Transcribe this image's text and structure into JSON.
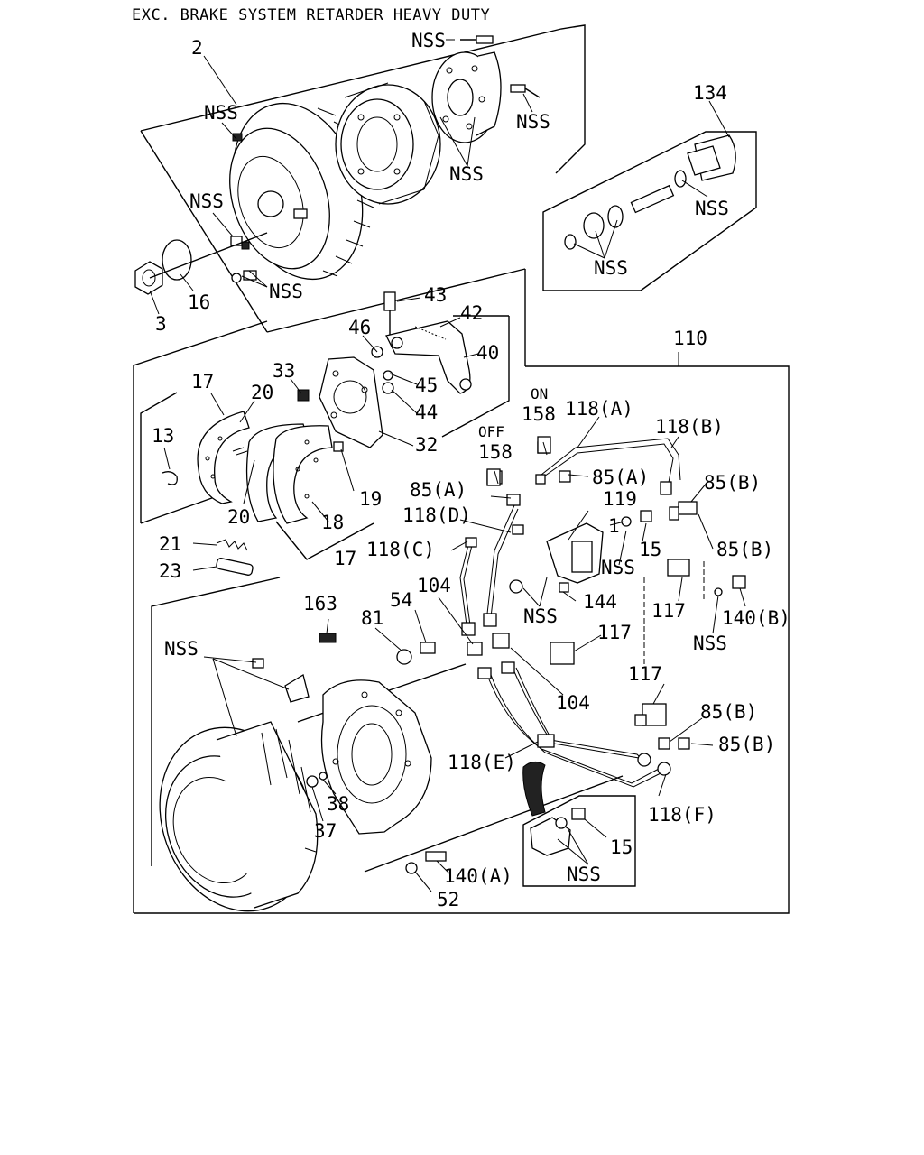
{
  "title": "EXC. BRAKE SYSTEM RETARDER HEAVY DUTY",
  "labels": {
    "p2": "2",
    "p3": "3",
    "p16": "16",
    "nss_a": "NSS",
    "nss_b": "NSS",
    "nss_c": "NSS",
    "nss_d": "NSS",
    "nss_e": "NSS",
    "p134": "134",
    "nss_f": "NSS",
    "nss_g": "NSS",
    "p43": "43",
    "p42": "42",
    "p46": "46",
    "p40": "40",
    "p45": "45",
    "p44": "44",
    "p33": "33",
    "p32": "32",
    "p110": "110",
    "p17a": "17",
    "p20a": "20",
    "p13": "13",
    "p19": "19",
    "p20b": "20",
    "p18": "18",
    "p17b": "17",
    "p21": "21",
    "p23": "23",
    "on": "ON",
    "off": "OFF",
    "p158a": "158",
    "p158b": "158",
    "p118a": "118(A)",
    "p118b": "118(B)",
    "p85a1": "85(A)",
    "p85a2": "85(A)",
    "p85b1": "85(B)",
    "p119": "119",
    "p118d": "118(D)",
    "p1": "1",
    "p15a": "15",
    "p85b2": "85(B)",
    "p118c": "118(C)",
    "nss_h": "NSS",
    "p144": "144",
    "nss_i": "NSS",
    "p117a": "117",
    "p140b": "140(B)",
    "nss_j": "NSS",
    "p104a": "104",
    "p163": "163",
    "p81": "81",
    "p54": "54",
    "p117b": "117",
    "nss_k": "NSS",
    "p104b": "104",
    "p117c": "117",
    "p85b3": "85(B)",
    "p85b4": "85(B)",
    "p118e": "118(E)",
    "p38": "38",
    "p37": "37",
    "p118f": "118(F)",
    "p15b": "15",
    "nss_l": "NSS",
    "p140a": "140(A)",
    "p52": "52"
  }
}
